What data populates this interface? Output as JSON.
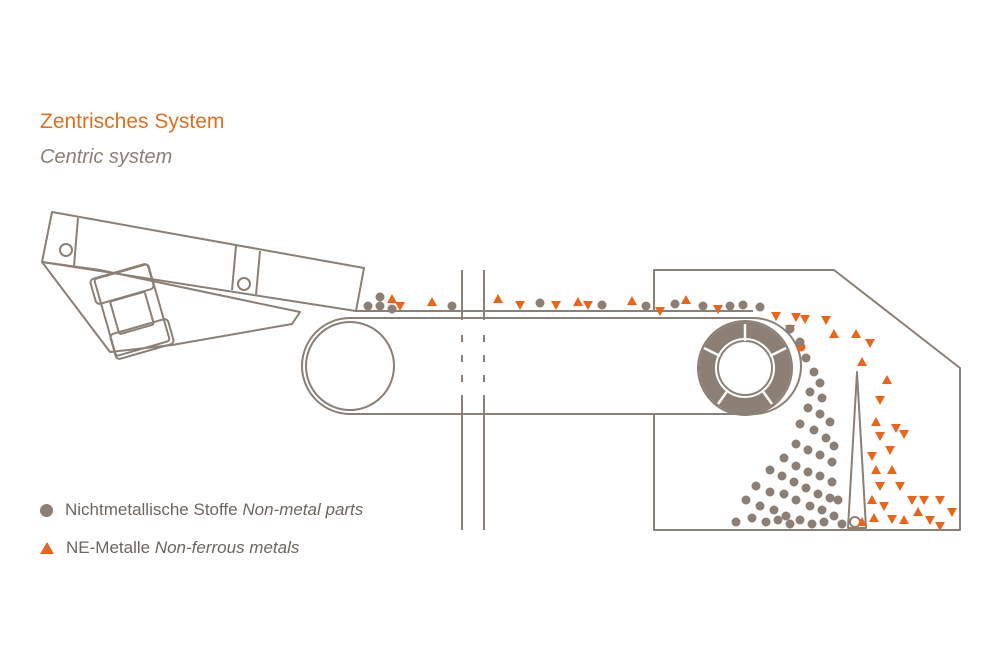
{
  "title": "Zentrisches System",
  "subtitle": "Centric system",
  "legend": {
    "nonmetal_de": "Nichtmetallische Stoffe",
    "nonmetal_en": "Non-metal parts",
    "nonferrous_de": "NE-Metalle",
    "nonferrous_en": "Non-ferrous metals"
  },
  "colors": {
    "outline": "#8b7f76",
    "particle_gray": "#8b7f76",
    "particle_orange": "#e8651a",
    "title": "#e07020"
  }
}
